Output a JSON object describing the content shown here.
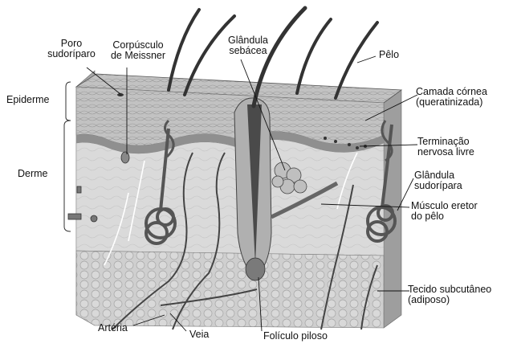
{
  "labels": {
    "poro": [
      "Poro",
      "sudoríparo"
    ],
    "meissner": [
      "Corpúsculo",
      "de Meissner"
    ],
    "glandula_sebacea": [
      "Glândula",
      "sebácea"
    ],
    "pelo": "Pêlo",
    "camada_cornea": [
      "Camada córnea",
      "(queratinizada)"
    ],
    "terminacao": [
      "Terminação",
      "nervosa livre"
    ],
    "glandula_sudoripara": [
      "Glândula",
      "sudorípara"
    ],
    "musculo": [
      "Músculo eretor",
      "do pêlo"
    ],
    "tecido": [
      "Tecido subcutâneo",
      "(adiposo)"
    ],
    "epiderme": "Epiderme",
    "derme": "Derme",
    "arteria": "Artéria",
    "veia": "Veia",
    "foliculo": "Folículo piloso"
  },
  "colors": {
    "epidermis": "#bdbdbd",
    "basal_layer": "#8f8f8f",
    "dermis": "#d8d8d8",
    "subcutaneous": "#cacaca",
    "hair": "#3a3a3a",
    "line": "#111111"
  }
}
